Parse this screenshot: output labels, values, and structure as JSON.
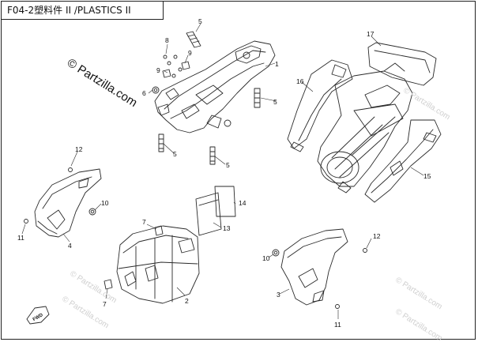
{
  "title": "F04-2塑料件 II /PLASTICS II",
  "watermark": {
    "main": "© Partzilla.com",
    "faint": "© Partzilla.com"
  },
  "callouts": [
    "1",
    "2",
    "3",
    "4",
    "5",
    "5",
    "5",
    "5",
    "6",
    "7",
    "7",
    "8",
    "9",
    "9",
    "10",
    "10",
    "11",
    "11",
    "12",
    "12",
    "13",
    "14",
    "15",
    "16",
    "17"
  ],
  "fwd_label": "FWD",
  "colors": {
    "line": "#2a2a2a",
    "watermark": "#c8c8c8",
    "watermark_main": "#111111"
  }
}
